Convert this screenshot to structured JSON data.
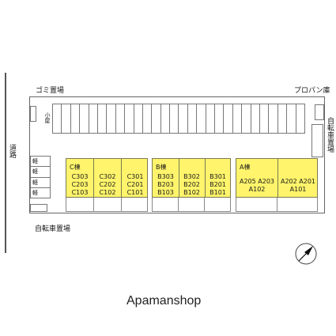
{
  "labels": {
    "road": "道路",
    "garbage": "ゴミ置場",
    "propane": "プロパン庫",
    "bike_right": "自転車置場",
    "bike_bottom": "自転車置場",
    "storage": "小屋"
  },
  "left_slots": [
    "軽",
    "軽",
    "軽",
    "軽"
  ],
  "buildings": {
    "c": {
      "name": "C棟",
      "columns": [
        [
          "C303",
          "C203",
          "C103"
        ],
        [
          "C302",
          "C202",
          "C102"
        ],
        [
          "C301",
          "C201",
          "C101"
        ]
      ]
    },
    "b": {
      "name": "B棟",
      "columns": [
        [
          "B303",
          "B203",
          "B103"
        ],
        [
          "B302",
          "B202",
          "B102"
        ],
        [
          "B301",
          "B201",
          "B101"
        ]
      ]
    },
    "a": {
      "name": "A棟",
      "units": [
        "A205",
        "A203",
        "A102",
        "A202",
        "A201",
        "A101"
      ]
    }
  },
  "compass": {
    "direction": "north-east"
  },
  "watermark": "Apamanshop",
  "colors": {
    "building": "#fff46b",
    "lines": "#555555"
  }
}
